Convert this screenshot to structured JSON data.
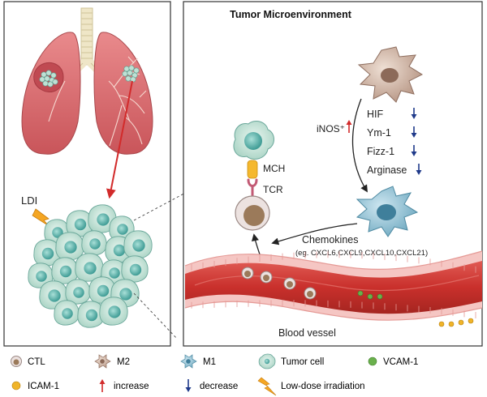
{
  "diagram": {
    "title": "Tumor Microenvironment",
    "left_panel": {
      "ldi_label": "LDI"
    },
    "right_panel": {
      "m2_changes": [
        {
          "label": "HIF",
          "direction": "decrease"
        },
        {
          "label": "Ym-1",
          "direction": "decrease"
        },
        {
          "label": "Fizz-1",
          "direction": "decrease"
        },
        {
          "label": "Arginase",
          "direction": "decrease"
        }
      ],
      "inos_label": "iNOS⁺",
      "inos_direction": "increase",
      "mch_label": "MCH",
      "tcr_label": "TCR",
      "chemokines_label": "Chemokines",
      "chemokines_examples": "(eg. CXCL6,CXCL9,CXCL10,CXCL21)",
      "vessel_label": "Blood vessel"
    }
  },
  "legend": [
    {
      "key": "ctl",
      "label": "CTL"
    },
    {
      "key": "m2",
      "label": "M2"
    },
    {
      "key": "m1",
      "label": "M1"
    },
    {
      "key": "tumor",
      "label": "Tumor cell"
    },
    {
      "key": "vcam",
      "label": "VCAM-1"
    },
    {
      "key": "icam",
      "label": "ICAM-1"
    },
    {
      "key": "increase",
      "label": "increase"
    },
    {
      "key": "decrease",
      "label": "decrease"
    },
    {
      "key": "ldi",
      "label": "Low-dose irradiation"
    }
  ],
  "colors": {
    "increase_arrow": "#d22b2b",
    "decrease_arrow": "#1f3a8a",
    "lung": "#d9666a",
    "vessel": "#c9302c",
    "m2_cell": "#b99b8c",
    "m1_cell": "#7fb3c8",
    "tumor_cell": "#bfe0d4",
    "vcam": "#6ab04c",
    "icam": "#f0b429",
    "bolt": "#f5a623"
  }
}
